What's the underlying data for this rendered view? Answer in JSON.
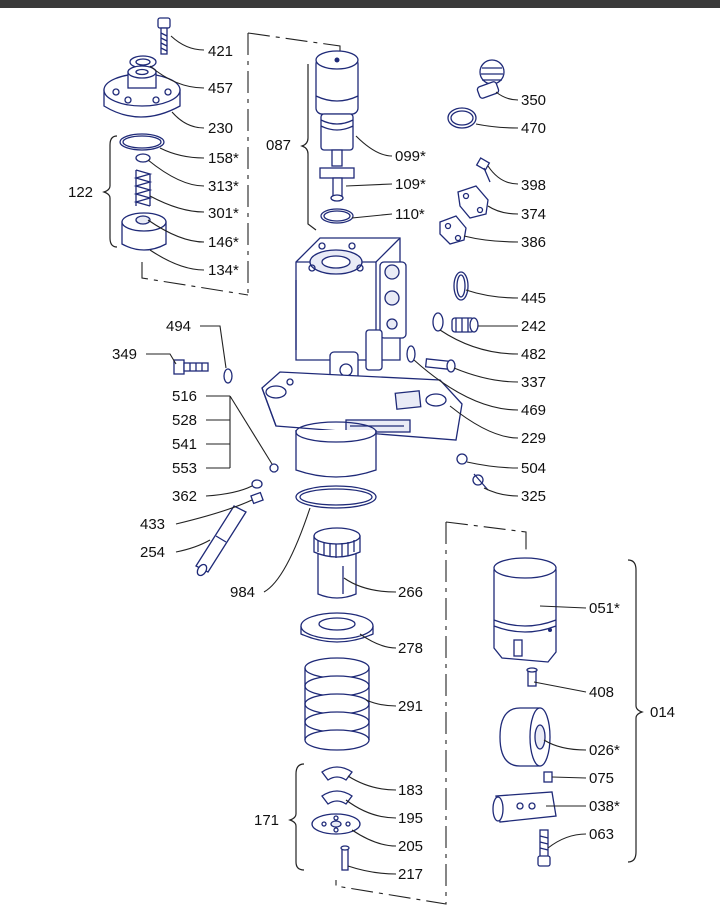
{
  "labels": [
    {
      "id": "421",
      "text": "421"
    },
    {
      "id": "457",
      "text": "457"
    },
    {
      "id": "230",
      "text": "230"
    },
    {
      "id": "158",
      "text": "158*"
    },
    {
      "id": "313",
      "text": "313*"
    },
    {
      "id": "301",
      "text": "301*"
    },
    {
      "id": "146",
      "text": "146*"
    },
    {
      "id": "134",
      "text": "134*"
    },
    {
      "id": "122",
      "text": "122"
    },
    {
      "id": "087",
      "text": "087"
    },
    {
      "id": "099",
      "text": "099*"
    },
    {
      "id": "109",
      "text": "109*"
    },
    {
      "id": "110",
      "text": "110*"
    },
    {
      "id": "350",
      "text": "350"
    },
    {
      "id": "470",
      "text": "470"
    },
    {
      "id": "398",
      "text": "398"
    },
    {
      "id": "374",
      "text": "374"
    },
    {
      "id": "386",
      "text": "386"
    },
    {
      "id": "445",
      "text": "445"
    },
    {
      "id": "242",
      "text": "242"
    },
    {
      "id": "482",
      "text": "482"
    },
    {
      "id": "337",
      "text": "337"
    },
    {
      "id": "469",
      "text": "469"
    },
    {
      "id": "229",
      "text": "229"
    },
    {
      "id": "504",
      "text": "504"
    },
    {
      "id": "325",
      "text": "325"
    },
    {
      "id": "494",
      "text": "494"
    },
    {
      "id": "349",
      "text": "349"
    },
    {
      "id": "516",
      "text": "516"
    },
    {
      "id": "528",
      "text": "528"
    },
    {
      "id": "541",
      "text": "541"
    },
    {
      "id": "553",
      "text": "553"
    },
    {
      "id": "362",
      "text": "362"
    },
    {
      "id": "433",
      "text": "433"
    },
    {
      "id": "254",
      "text": "254"
    },
    {
      "id": "984",
      "text": "984"
    },
    {
      "id": "266",
      "text": "266"
    },
    {
      "id": "278",
      "text": "278"
    },
    {
      "id": "291",
      "text": "291"
    },
    {
      "id": "183",
      "text": "183"
    },
    {
      "id": "195",
      "text": "195"
    },
    {
      "id": "171",
      "text": "171"
    },
    {
      "id": "205",
      "text": "205"
    },
    {
      "id": "217",
      "text": "217"
    },
    {
      "id": "051",
      "text": "051*"
    },
    {
      "id": "408",
      "text": "408"
    },
    {
      "id": "014",
      "text": "014"
    },
    {
      "id": "026",
      "text": "026*"
    },
    {
      "id": "075",
      "text": "075"
    },
    {
      "id": "038",
      "text": "038*"
    },
    {
      "id": "063",
      "text": "063"
    }
  ]
}
